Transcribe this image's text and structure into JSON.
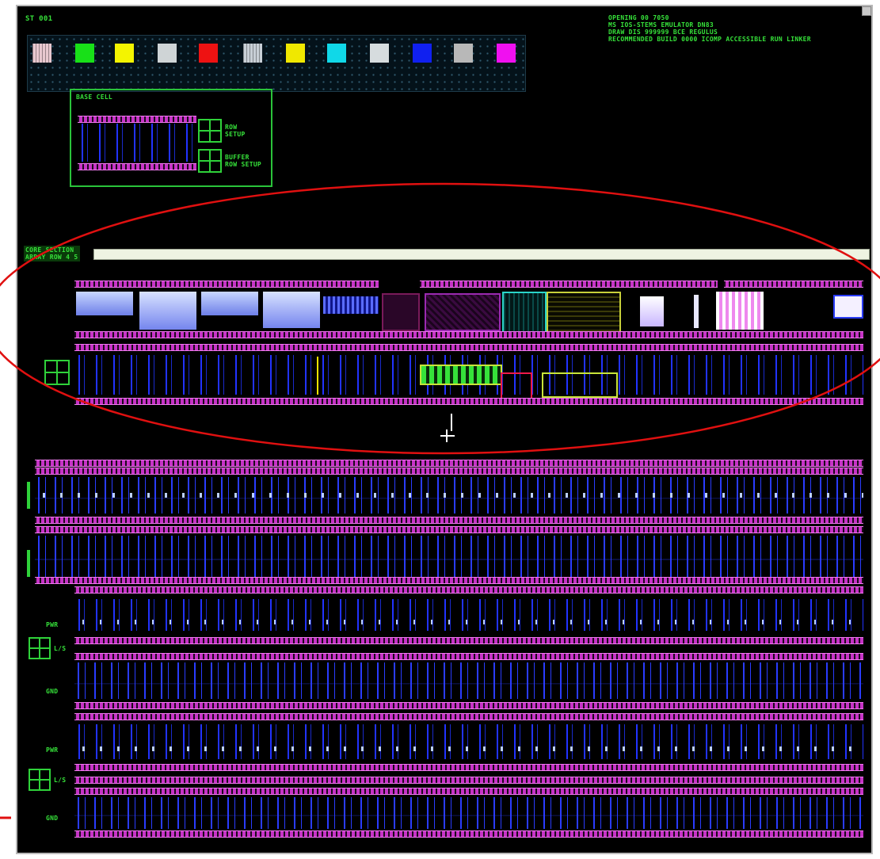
{
  "window": {
    "title": "LAYOUT EDITOR"
  },
  "header": {
    "title_tag": "ST 001",
    "info_lines": [
      "OPENING 00 7050",
      "MS IOS-STEMS EMULATOR   DN83",
      "DRAW DIS 999999 BCE REGULUS",
      "RECOMMENDED BUILD 0000 ICOMP ACCESSIBLE RUN LINKER"
    ]
  },
  "palette": {
    "swatches": [
      {
        "name": "white-hatch",
        "color": "#e8c8cf"
      },
      {
        "name": "green",
        "color": "#18e018"
      },
      {
        "name": "yellow",
        "color": "#f4f400"
      },
      {
        "name": "light-gray",
        "color": "#cfd4d6"
      },
      {
        "name": "red",
        "color": "#ee1212"
      },
      {
        "name": "gray-hatch",
        "color": "#c8cfd6"
      },
      {
        "name": "yellow-2",
        "color": "#f0e800"
      },
      {
        "name": "cyan",
        "color": "#10d8e8"
      },
      {
        "name": "pale-gray",
        "color": "#d6dcde"
      },
      {
        "name": "blue",
        "color": "#1020f0"
      },
      {
        "name": "mid-gray",
        "color": "#b8b8b8"
      },
      {
        "name": "magenta",
        "color": "#f010f0"
      }
    ]
  },
  "legend": {
    "title": "BASE CELL",
    "label_a": "ROW SETUP",
    "label_b": "BUFFER ROW SETUP"
  },
  "section": {
    "label_line1": "CORE SECTION",
    "label_line2": "ARRAY ROW 4 5"
  },
  "rows": {
    "labels": [
      "PWR",
      "GND",
      "PWR",
      "GND"
    ],
    "small_labels": [
      "L/S",
      "L/S"
    ]
  },
  "annotation": {
    "color": "#e01010"
  }
}
